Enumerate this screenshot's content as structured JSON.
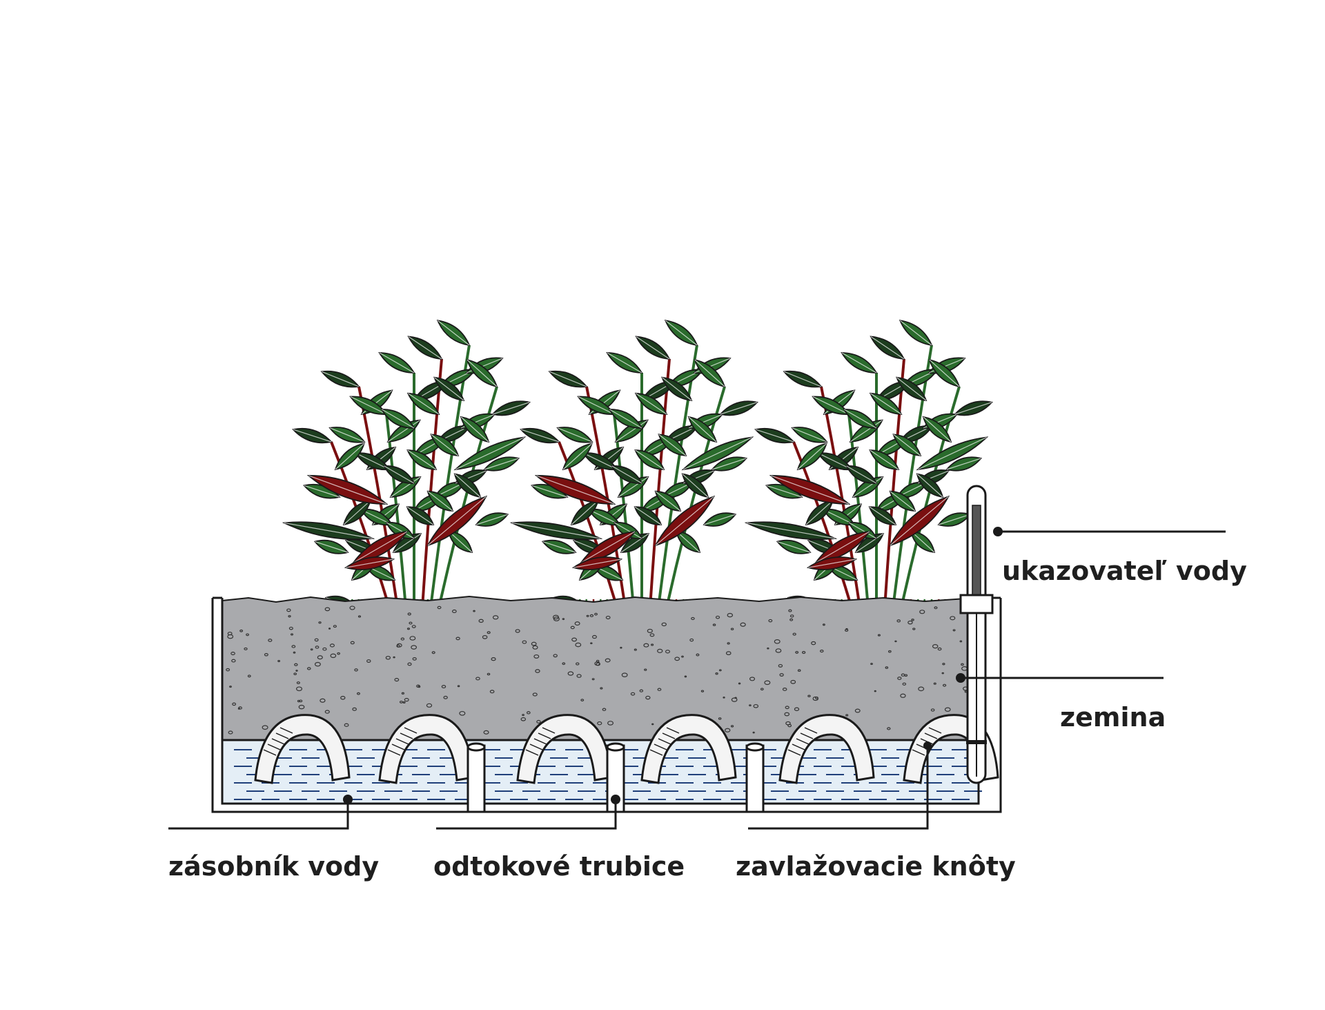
{
  "labels": {
    "water_indicator": "ukazovateľ vody",
    "soil": "zemina",
    "water_reservoir": "zásobník vody",
    "drain_tubes": "odtokové trubice",
    "irrigation_wicks": "zavlažovacie knôty"
  },
  "colors": {
    "soil": "#a9aaad",
    "water": "#e4eef6",
    "water_lines": "#1f3f7a",
    "leaf_green": "#2a6b2c",
    "leaf_dark": "#1c3d1e",
    "leaf_red": "#7a0f10",
    "outline": "#1a1a1a",
    "wick": "#f4f4f4"
  },
  "icons": {
    "plant": "plant-cluster-icon",
    "wick": "wick-arch-icon",
    "tube": "drain-tube-icon",
    "indicator": "water-level-indicator-icon"
  }
}
